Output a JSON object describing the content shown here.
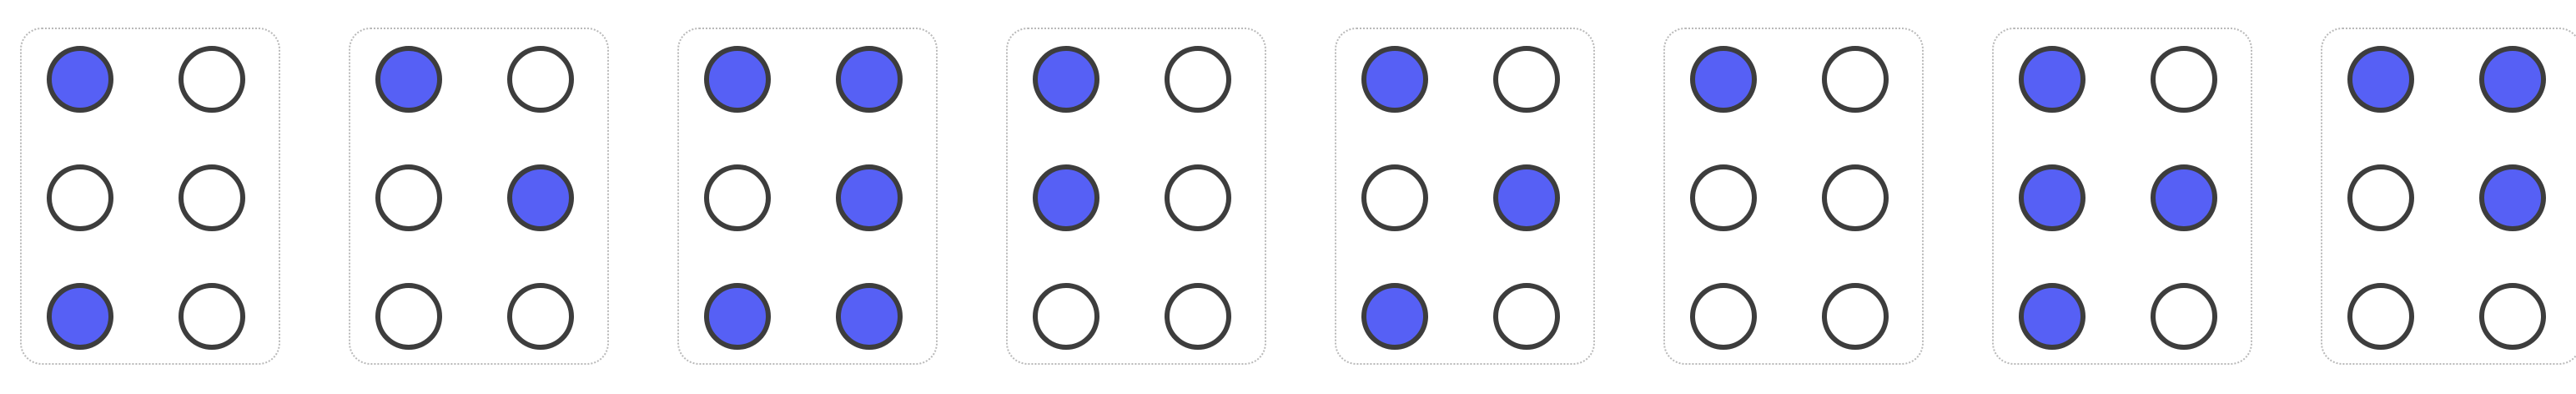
{
  "colors": {
    "raised_fill": "#5660f5",
    "flat_fill": "#ffffff",
    "dot_stroke": "#3d3d3d",
    "cell_border": "#b9b9b9"
  },
  "braille_cells": [
    {
      "raised_dots": [
        1,
        3
      ]
    },
    {
      "raised_dots": [
        1,
        5
      ]
    },
    {
      "raised_dots": [
        1,
        3,
        4,
        5,
        6
      ]
    },
    {
      "raised_dots": [
        1,
        2
      ]
    },
    {
      "raised_dots": [
        1,
        3,
        5
      ]
    },
    {
      "raised_dots": [
        1
      ]
    },
    {
      "raised_dots": [
        1,
        2,
        3,
        5
      ]
    },
    {
      "raised_dots": [
        1,
        4,
        5
      ]
    }
  ]
}
